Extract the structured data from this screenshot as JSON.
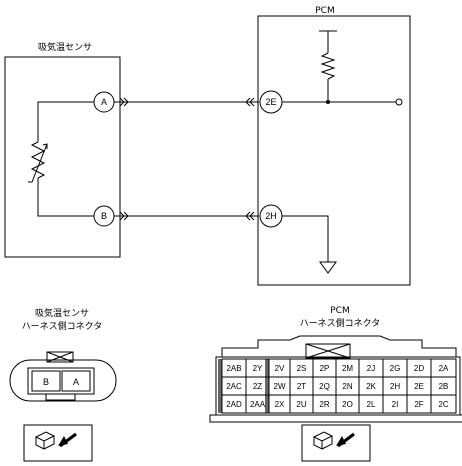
{
  "labels": {
    "pcm_top": "PCM",
    "sensor_name": "吸気温センサ",
    "sensor_conn_line1": "吸気温センサ",
    "sensor_conn_line2": "ハーネス側コネクタ",
    "pcm_conn_line1": "PCM",
    "pcm_conn_line2": "ハーネス側コネクタ"
  },
  "pins": {
    "sensor_a": "A",
    "sensor_b": "B",
    "pcm_2e": "2E",
    "pcm_2h": "2H"
  },
  "sensor_connector": {
    "cells": [
      "B",
      "A"
    ]
  },
  "pcm_connector": {
    "rows": [
      [
        "2AB",
        "2Y",
        "2V",
        "2S",
        "2P",
        "2M",
        "2J",
        "2G",
        "2D",
        "2A"
      ],
      [
        "2AC",
        "2Z",
        "2W",
        "2T",
        "2Q",
        "2N",
        "2K",
        "2H",
        "2E",
        "2B"
      ],
      [
        "2AD",
        "2AA",
        "2X",
        "2U",
        "2R",
        "2O",
        "2L",
        "2I",
        "2F",
        "2C"
      ]
    ]
  }
}
